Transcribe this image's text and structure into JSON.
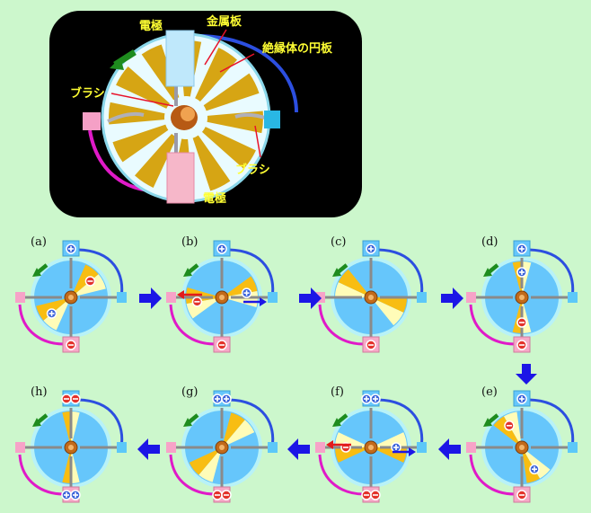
{
  "main_figure": {
    "labels": {
      "electrode_top": "電極",
      "metal_plate": "金属板",
      "insulator_disk": "絶縁体の円板",
      "brush_left": "ブラシ",
      "brush_right": "ブラシ",
      "electrode_bottom": "電極"
    },
    "colors": {
      "background": "#000000",
      "disk_fill": "#e9fbff",
      "sector": "#d6a514",
      "label_text": "#ffff33",
      "pointer": "#e8122a",
      "wire_top": "#2c4fe0",
      "wire_bottom": "#e01ac8",
      "rotation_arrow": "#1e8c1e"
    },
    "sector_count": 12
  },
  "panels": [
    {
      "label": "(a)",
      "sectors": [
        [
          -40,
          52
        ],
        [
          140,
          52
        ]
      ],
      "top_signs": [
        "+"
      ],
      "bottom_signs": [
        "-"
      ],
      "sector_signs": [
        {
          "angle": -40,
          "sign": "-"
        },
        {
          "angle": 140,
          "sign": "+"
        }
      ],
      "side_arrows": []
    },
    {
      "label": "(b)",
      "sectors": [
        [
          -10,
          52
        ],
        [
          170,
          52
        ]
      ],
      "top_signs": [
        "+"
      ],
      "bottom_signs": [
        "-"
      ],
      "sector_signs": [
        {
          "angle": 170,
          "sign": "-"
        },
        {
          "angle": -10,
          "sign": "+"
        }
      ],
      "side_arrows": [
        "left",
        "right"
      ]
    },
    {
      "label": "(c)",
      "sectors": [
        [
          25,
          52
        ],
        [
          205,
          52
        ]
      ],
      "top_signs": [
        "+"
      ],
      "bottom_signs": [
        "-"
      ],
      "sector_signs": [],
      "side_arrows": []
    },
    {
      "label": "(d)",
      "sectors": [
        [
          -90,
          30
        ],
        [
          90,
          30
        ]
      ],
      "top_signs": [
        "+"
      ],
      "bottom_signs": [
        "-"
      ],
      "sector_signs": [
        {
          "angle": -90,
          "sign": "+"
        },
        {
          "angle": 90,
          "sign": "-"
        }
      ],
      "side_arrows": []
    },
    {
      "label": "(e)",
      "sectors": [
        [
          -120,
          44
        ],
        [
          60,
          44
        ]
      ],
      "top_signs": [
        "+"
      ],
      "bottom_signs": [
        "-"
      ],
      "sector_signs": [
        {
          "angle": -120,
          "sign": "-"
        },
        {
          "angle": 60,
          "sign": "+"
        }
      ],
      "side_arrows": []
    },
    {
      "label": "(f)",
      "sectors": [
        [
          180,
          50
        ],
        [
          0,
          50
        ]
      ],
      "top_signs": [
        "+",
        "+"
      ],
      "bottom_signs": [
        "-",
        "-"
      ],
      "sector_signs": [
        {
          "angle": 180,
          "sign": "-"
        },
        {
          "angle": 0,
          "sign": "+"
        }
      ],
      "side_arrows": [
        "left",
        "right"
      ]
    },
    {
      "label": "(g)",
      "sectors": [
        [
          -50,
          50
        ],
        [
          130,
          50
        ]
      ],
      "top_signs": [
        "+",
        "+"
      ],
      "bottom_signs": [
        "-",
        "-"
      ],
      "sector_signs": [],
      "side_arrows": []
    },
    {
      "label": "(h)",
      "sectors": [
        [
          -90,
          28
        ],
        [
          90,
          28
        ]
      ],
      "top_signs": [
        "-",
        "-"
      ],
      "bottom_signs": [
        "+",
        "+"
      ],
      "sector_signs": [],
      "side_arrows": []
    }
  ],
  "panel_colors": {
    "disk_ring": "#b8f2f7",
    "disk": "#66c6fb",
    "sector": "#f8bd12",
    "sector_light": "#fffcb8",
    "electrode_top": "#66c6fb",
    "electrode_bottom": "#f7a9c7",
    "wire_top": "#2c4fe0",
    "wire_bottom": "#e01ac8",
    "flow_arrow": "#1c16e6",
    "plus_badge": "#3b63d9",
    "minus_badge": "#e3322b",
    "rotation_arrow": "#1e8c1e"
  }
}
